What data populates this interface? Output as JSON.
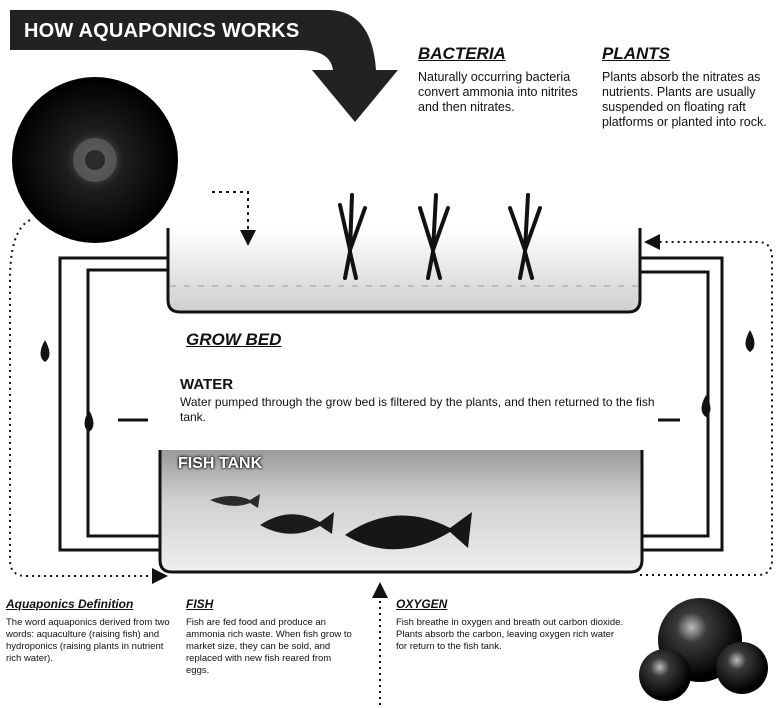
{
  "title": "HOW AQUAPONICS WORKS",
  "bacteria": {
    "heading": "BACTERIA",
    "text": "Naturally occurring bacteria convert ammonia into nitrites and then nitrates."
  },
  "plants": {
    "heading": "PLANTS",
    "text": "Plants absorb the nitrates as nutrients. Plants are usually suspended on floating raft platforms or planted into rock."
  },
  "grow_bed": {
    "heading": "GROW BED"
  },
  "water": {
    "heading": "WATER",
    "text": "Water pumped through the grow bed is filtered by the plants, and then returned to the fish tank."
  },
  "fish_tank": {
    "label": "FISH TANK"
  },
  "definition": {
    "heading": "Aquaponics Definition",
    "text": "The word aquaponics derived from two words: aquaculture (raising fish) and hydroponics (raising plants in nutrient rich water)."
  },
  "fish": {
    "heading": "FISH",
    "text": "Fish are fed food and produce an ammonia rich waste. When fish grow to market size, they can be sold, and replaced with new fish reared from eggs."
  },
  "oxygen": {
    "heading": "OXYGEN",
    "text": "Fish breathe in oxygen and breath out carbon dioxide. Plants absorb the carbon, leaving oxygen rich water for return to the fish tank."
  },
  "colors": {
    "ink": "#111111",
    "title_bar": "#2a2a2a",
    "bed_fill": "#e9e9e9",
    "tank_fill": "#d4d4d4",
    "molecule": "#1a1a1a"
  },
  "icons": [
    "bacteria-sphere-icon",
    "oxygen-molecule-icon",
    "plant-icon",
    "fish-icon",
    "water-droplet-icon"
  ]
}
